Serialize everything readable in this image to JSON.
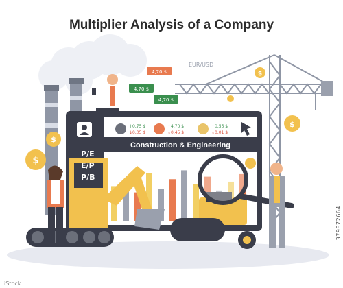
{
  "title": "Multiplier Analysis of a Company",
  "currency_label": "EUR/USD",
  "panel_title": "Construction & Engineering",
  "ratios": [
    "P/E",
    "E/P",
    "P/B"
  ],
  "price_tags": {
    "tag_top": "4,70 $",
    "tag_left": "4,70 $",
    "tag_right": "4,70 $"
  },
  "stats": [
    {
      "up": "0,75 $",
      "down": "0,05 $",
      "color": "#6b6f7a"
    },
    {
      "up": "4,70 $",
      "down": "0,45 $",
      "color": "#e87a4f"
    },
    {
      "up": "0,55 $",
      "down": "0,01 $",
      "color": "#e9c46a"
    }
  ],
  "colors": {
    "panel_dark": "#3a3d4a",
    "orange": "#e87a4f",
    "yellow": "#f2c14e",
    "gray": "#9aa0ad",
    "bar_orange": "#e87a4f",
    "bar_yellow": "#f2cf63",
    "bar_gray": "#9ea3b0",
    "up_green": "#3a8f4e",
    "down_red": "#d9533e"
  },
  "bars": [
    {
      "h": 0.55,
      "c": "bar_yellow"
    },
    {
      "h": 0.62,
      "c": "bar_gray"
    },
    {
      "h": 0.45,
      "c": "bar_orange"
    },
    {
      "h": 0.75,
      "c": "bar_yellow"
    },
    {
      "h": 0.5,
      "c": "bar_gray"
    },
    {
      "h": 0.66,
      "c": "bar_orange"
    },
    {
      "h": 0.8,
      "c": "bar_gray"
    },
    {
      "h": 0.58,
      "c": "bar_yellow"
    },
    {
      "h": 0.7,
      "c": "bar_orange"
    },
    {
      "h": 0.48,
      "c": "bar_gray"
    },
    {
      "h": 0.62,
      "c": "bar_yellow"
    },
    {
      "h": 0.74,
      "c": "bar_orange"
    }
  ],
  "stock_code": "379872664",
  "watermark": "iStock"
}
